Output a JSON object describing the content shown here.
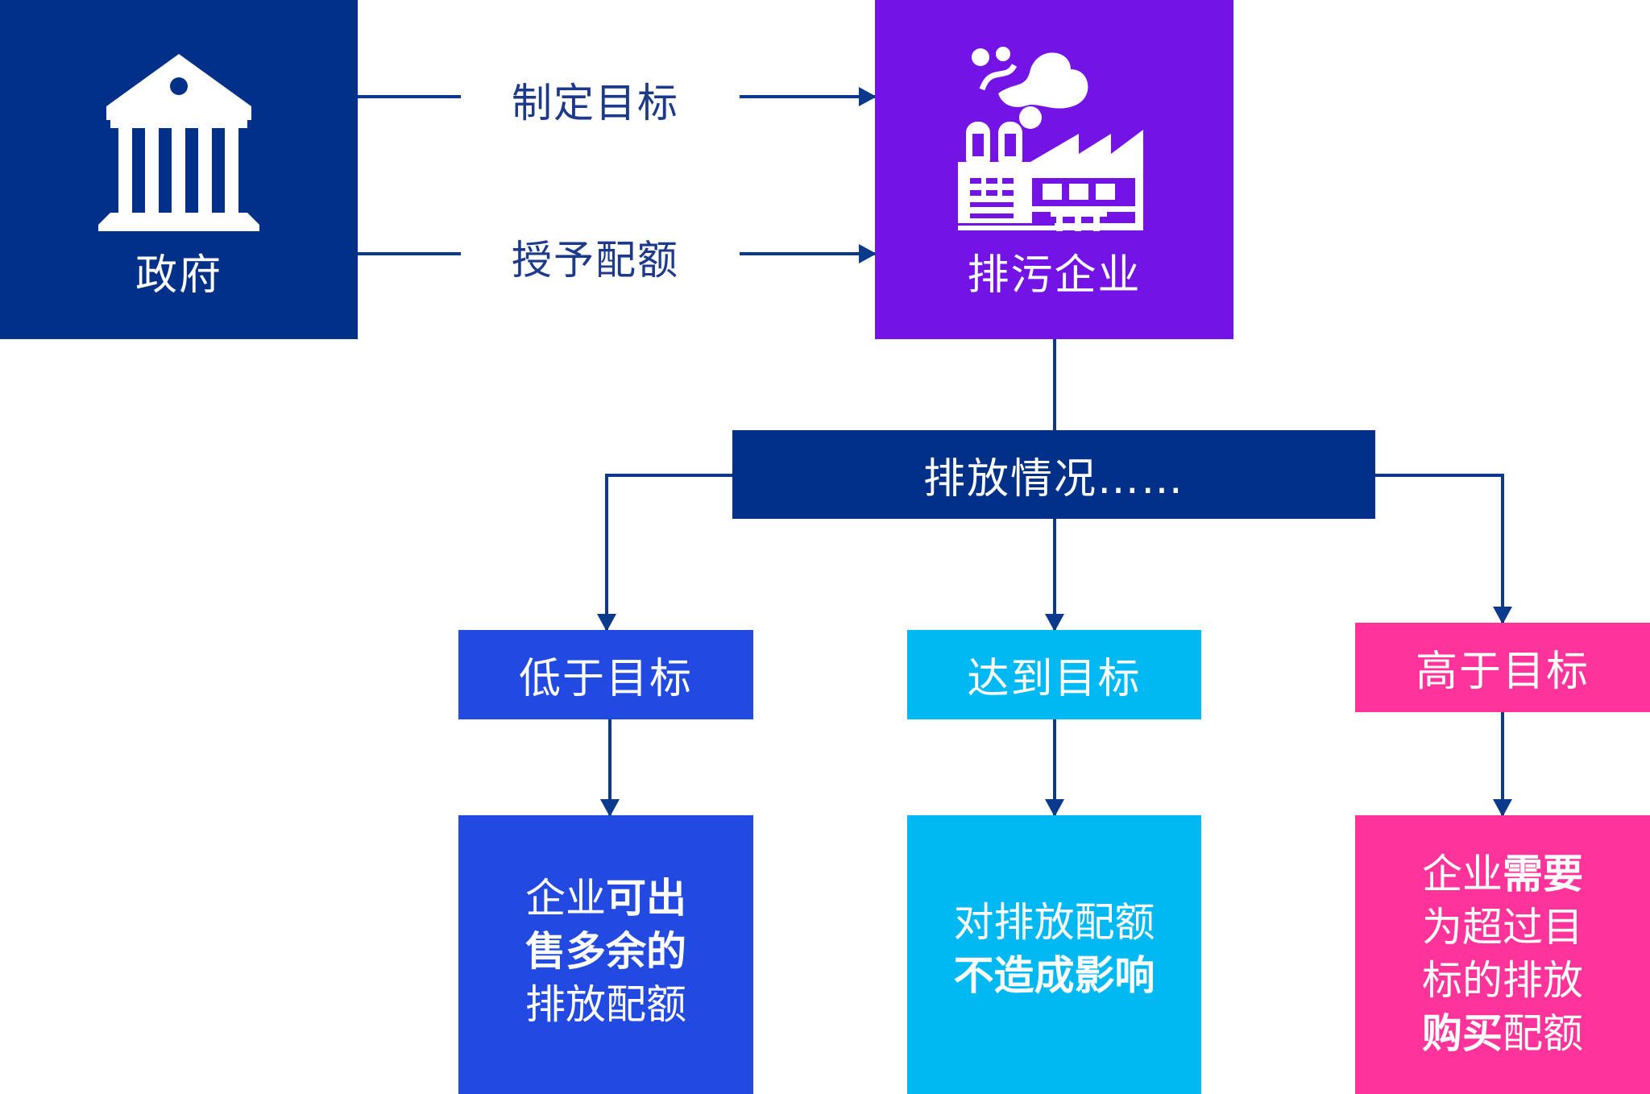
{
  "colors": {
    "government": "#003087",
    "enterprise": "#7413E6",
    "status": "#003087",
    "below": "#2249E0",
    "meet": "#00B8F2",
    "above": "#FF3399",
    "connector": "#0B3A8C"
  },
  "government": {
    "label": "政府",
    "icon": "government-building-icon"
  },
  "enterprise": {
    "label": "排污企业",
    "icon": "factory-icon"
  },
  "edges": {
    "set_target": "制定目标",
    "grant_quota": "授予配额"
  },
  "status": {
    "label": "排放情况……"
  },
  "tiers": [
    {
      "label": "低于目标"
    },
    {
      "label": "达到目标"
    },
    {
      "label": "高于目标"
    }
  ],
  "outcomes": {
    "below": {
      "line1_a": "企业",
      "line1_b": "可出",
      "line2": "售多余的",
      "line3": "排放配额"
    },
    "meet": {
      "line1": "对排放配额",
      "line2": "不造成影响"
    },
    "above": {
      "line1_a": "企业",
      "line1_b": "需要",
      "line2": "为超过目",
      "line3": "标的排放",
      "line4_a": "购买",
      "line4_b": "配额"
    }
  }
}
